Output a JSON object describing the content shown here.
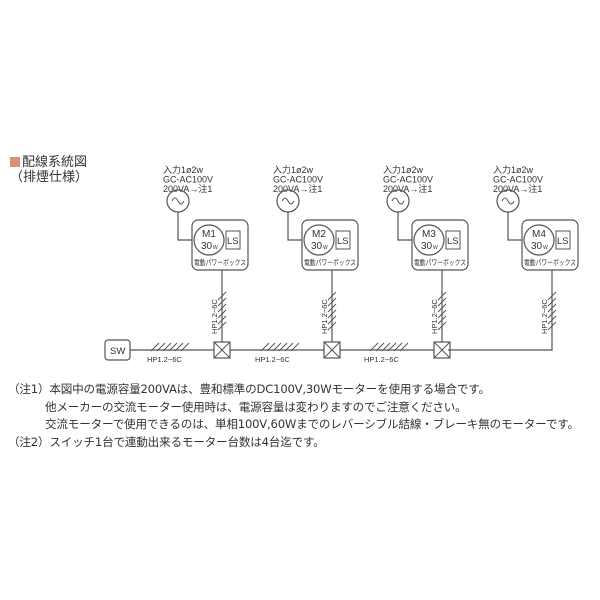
{
  "title": {
    "line1": "配線系統図",
    "line2": "（排煙仕様）",
    "marker_color": "#d9907a"
  },
  "units": [
    {
      "source": [
        "入力1ø2w",
        "GC-AC100V",
        "200VA→注1"
      ],
      "motor": "M1",
      "watt": "30",
      "watt_unit": "W",
      "ls": "LS",
      "box_label": "電動パワーボックス",
      "cable": "HP1.2−6C"
    },
    {
      "source": [
        "入力1ø2w",
        "GC-AC100V",
        "200VA→注1"
      ],
      "motor": "M2",
      "watt": "30",
      "watt_unit": "W",
      "ls": "LS",
      "box_label": "電動パワーボックス",
      "cable": "HP1.2−6C"
    },
    {
      "source": [
        "入力1ø2w",
        "GC-AC100V",
        "200VA→注1"
      ],
      "motor": "M3",
      "watt": "30",
      "watt_unit": "W",
      "ls": "LS",
      "box_label": "電動パワーボックス",
      "cable": "HP1.2−6C"
    },
    {
      "source": [
        "入力1ø2w",
        "GC-AC100V",
        "200VA→注1"
      ],
      "motor": "M4",
      "watt": "30",
      "watt_unit": "W",
      "ls": "LS",
      "box_label": "電動パワーボックス",
      "cable": "HP1.2−6C"
    }
  ],
  "switch_label": "SW",
  "trunk_cables": [
    "HP1.2−6C",
    "HP1.2−6C",
    "HP1.2−6C"
  ],
  "notes": [
    "（注1）本図中の電源容量200VAは、豊和標準のDC100V,30Wモーターを使用する場合です。",
    "他メーカーの交流モーター使用時は、電源容量は変わりますのでご注意ください。",
    "交流モーターで使用できるのは、単相100V,60Wまでのレバーシブル結線・ブレーキ無のモーターです。",
    "（注2）スイッチ1台で連動出来るモーター台数は4台迄です。"
  ]
}
